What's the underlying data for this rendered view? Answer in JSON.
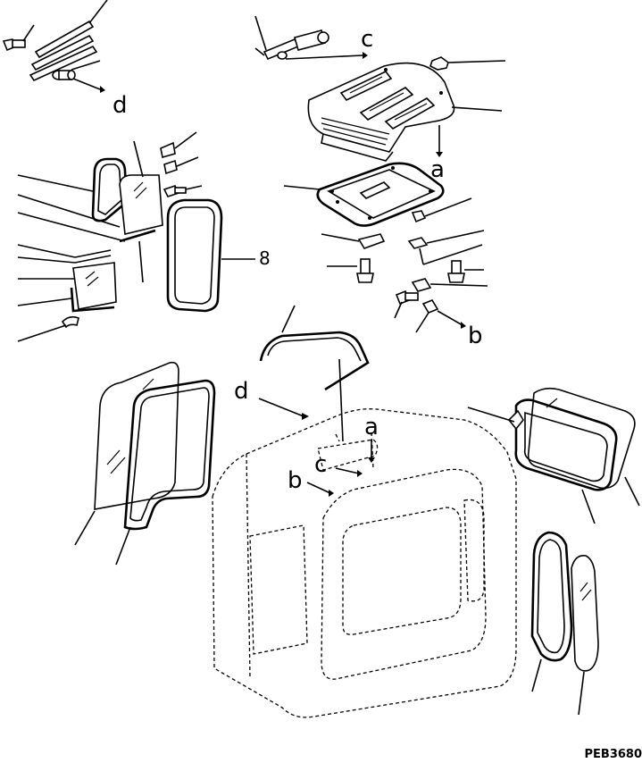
{
  "diagram": {
    "callouts": {
      "a_top": "a",
      "a_cab": "a",
      "b_right": "b",
      "b_cab": "b",
      "c_top": "c",
      "c_cab": "c",
      "d_left": "d",
      "d_cab": "d",
      "item_8": "8"
    },
    "drawing_ref": "PEB3680"
  }
}
